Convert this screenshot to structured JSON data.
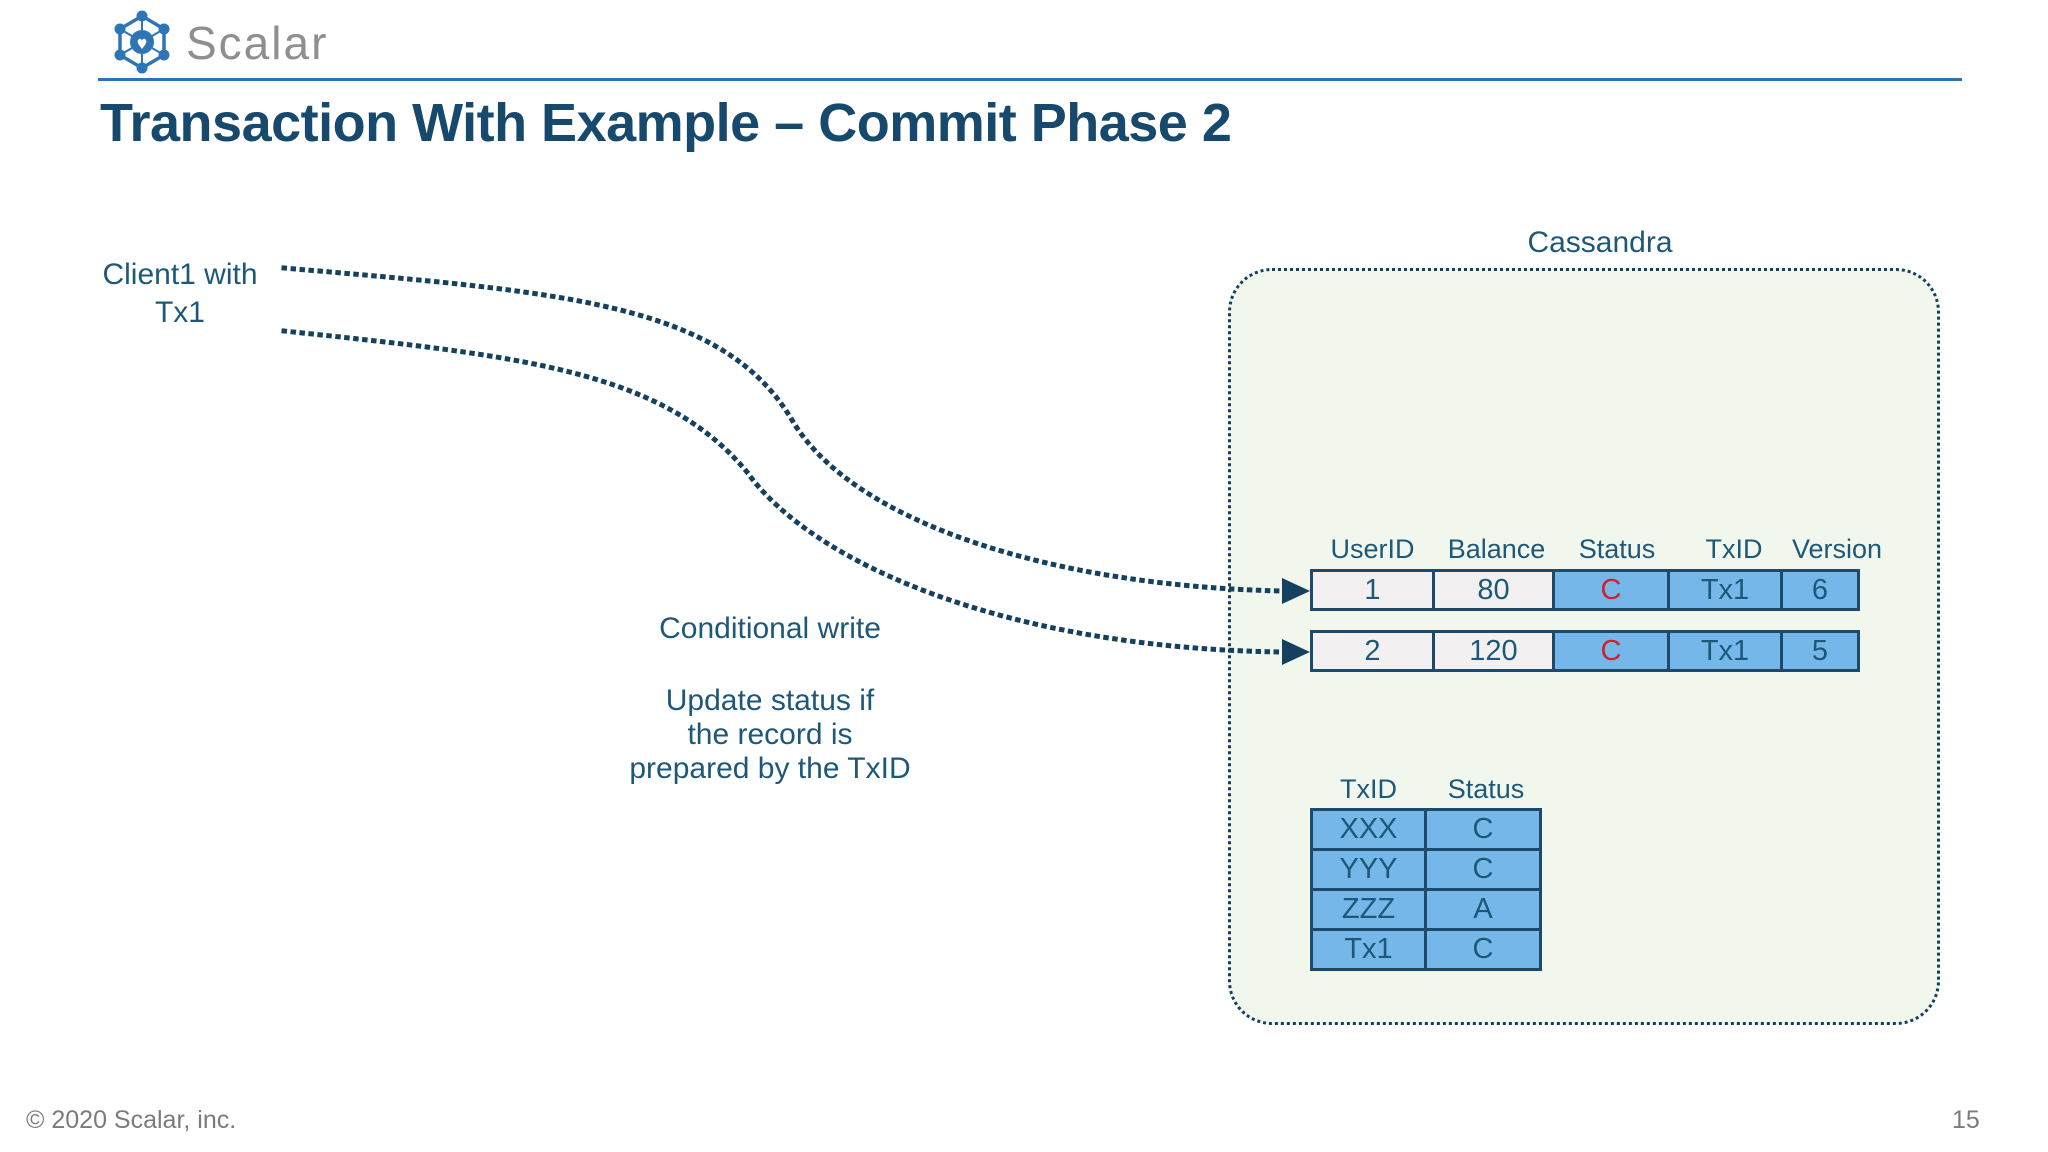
{
  "header": {
    "brand": "Scalar",
    "title": "Transaction With Example – Commit Phase 2"
  },
  "client": {
    "line1": "Client1 with",
    "line2": "Tx1"
  },
  "annotations": {
    "conditional_write": "Conditional write",
    "update_line1": "Update status if",
    "update_line2": "the record is",
    "update_line3": "prepared by the TxID"
  },
  "cassandra": {
    "label": "Cassandra"
  },
  "account_table": {
    "headers": [
      "UserID",
      "Balance",
      "Status",
      "TxID",
      "Version"
    ],
    "rows": [
      {
        "user_id": "1",
        "balance": "80",
        "status": "C",
        "tx_id": "Tx1",
        "version": "6"
      },
      {
        "user_id": "2",
        "balance": "120",
        "status": "C",
        "tx_id": "Tx1",
        "version": "5"
      }
    ]
  },
  "tx_table": {
    "headers": [
      "TxID",
      "Status"
    ],
    "rows": [
      {
        "tx_id": "XXX",
        "status": "C"
      },
      {
        "tx_id": "YYY",
        "status": "C"
      },
      {
        "tx_id": "ZZZ",
        "status": "A"
      },
      {
        "tx_id": "Tx1",
        "status": "C"
      }
    ]
  },
  "footer": {
    "copyright": "© 2020 Scalar, inc.",
    "page_number": "15"
  },
  "colors": {
    "accent_blue": "#2e74b5",
    "logo_blue": "#2e75b6",
    "cell_blue": "#74b7e8",
    "cell_light": "#f2f0f0",
    "status_red": "#d0202a",
    "text_teal": "#1d5878",
    "title_navy": "#16496b",
    "box_background": "#f2f7ee",
    "border_navy": "#1d4a6b",
    "arrow_navy": "#15405e"
  }
}
